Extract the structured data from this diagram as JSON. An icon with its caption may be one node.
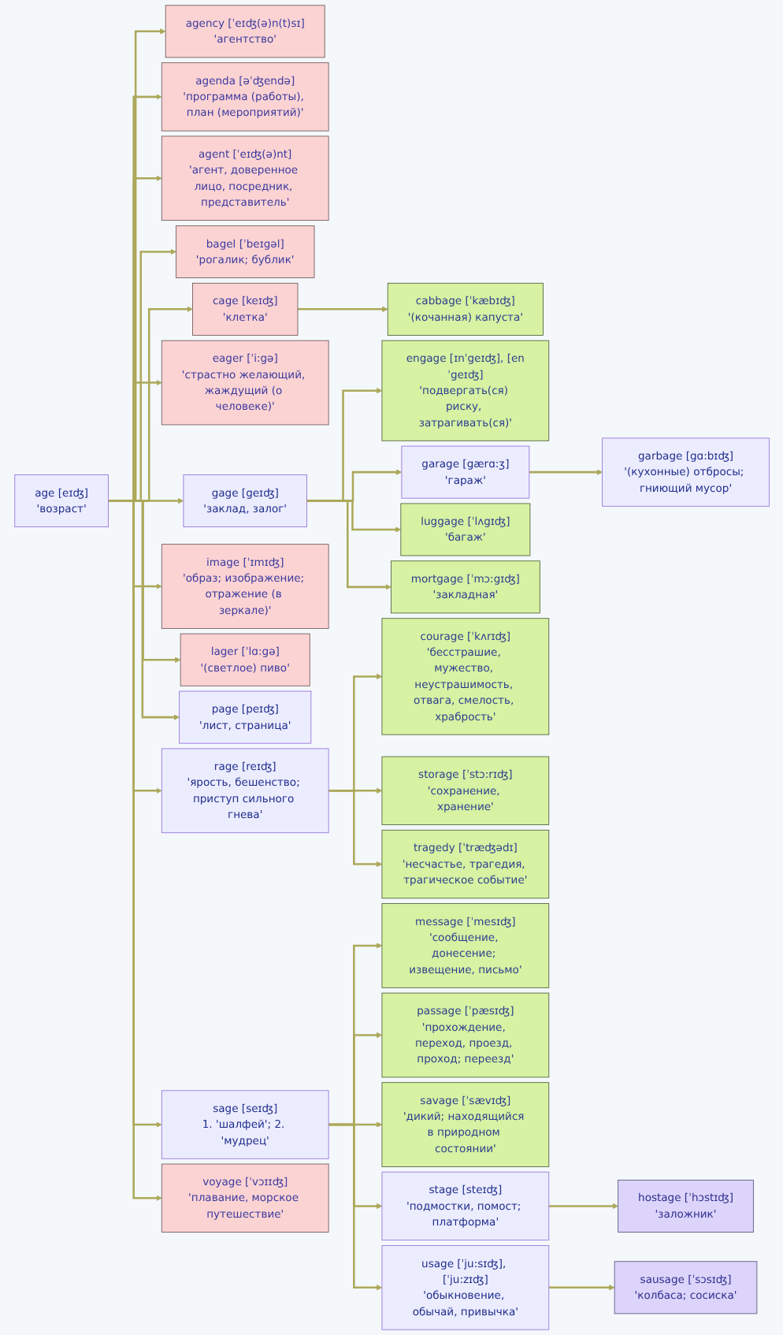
{
  "diagram": {
    "nodes": [
      {
        "text": [
          "age [eɪʤ]",
          "'возраст'"
        ]
      },
      {
        "text": [
          "agency [ˈeɪʤ(ə)n(t)sɪ]",
          "'агентство'"
        ]
      },
      {
        "text": [
          "agenda [əˈʤendə]",
          "'программа (работы), план (мероприятий)'"
        ]
      },
      {
        "text": [
          "agent [ˈeɪʤ(ə)nt]",
          "'агент, доверенное лицо, посредник, представитель'"
        ]
      },
      {
        "text": [
          "bagel [ˈbeɪgəl]",
          "'рогалик; бублик'"
        ]
      },
      {
        "text": [
          "cage [keɪʤ]",
          "'клетка'"
        ]
      },
      {
        "text": [
          "cabbage [ˈkæbɪʤ]",
          "'(кочанная) капуста'"
        ]
      },
      {
        "text": [
          "eager [ˈi:gə]",
          "'страстно желающий, жаждущий (о человеке)'"
        ]
      },
      {
        "text": [
          "gage [geɪʤ]",
          "'заклад, залог'"
        ]
      },
      {
        "text": [
          "engage [ɪnˈgeɪʤ], [enˈgeɪʤ]",
          "'подвергать(ся) риску, затрагивать(ся)'"
        ]
      },
      {
        "text": [
          "garage [gærɑ:ʒ]",
          "'гараж'"
        ]
      },
      {
        "text": [
          "garbage [gɑ:bɪʤ]",
          "'(кухонные) отбросы; гниющий мусор'"
        ]
      },
      {
        "text": [
          "luggage [ˈlʌgɪʤ]",
          "'багаж'"
        ]
      },
      {
        "text": [
          "mortgage [ˈmɔ:gɪʤ]",
          "'закладная'"
        ]
      },
      {
        "text": [
          "image [ˈɪmɪʤ]",
          "'образ; изображение; отражение (в зеркале)'"
        ]
      },
      {
        "text": [
          "lager [ˈlɑ:gə]",
          "'(светлое) пиво'"
        ]
      },
      {
        "text": [
          "page [peɪʤ]",
          "'лист, страница'"
        ]
      },
      {
        "text": [
          "rage [reɪʤ]",
          "'ярость, бешенство; приступ сильного гнева'"
        ]
      },
      {
        "text": [
          "courage [ˈkʌrɪʤ]",
          "'бесстрашие, мужество, неустрашимость, отвага, смелость, храбрость'"
        ]
      },
      {
        "text": [
          "storage [ˈstɔ:rɪʤ]",
          "'сохранение, хранение'"
        ]
      },
      {
        "text": [
          "tragedy [ˈtræʤədɪ]",
          "'несчастье, трагедия, трагическое событие'"
        ]
      },
      {
        "text": [
          "sage [seɪʤ]",
          "1. 'шалфей'; 2. 'мудрец'"
        ]
      },
      {
        "text": [
          "message [ˈmesɪʤ]",
          "'сообщение, донесение; извещение, письмо'"
        ]
      },
      {
        "text": [
          "passage [ˈpæsɪʤ]",
          "'прохождение, переход, проезд, проход; переезд'"
        ]
      },
      {
        "text": [
          "savage [ˈsævɪʤ]",
          "'дикий; находящийся в природном состоянии'"
        ]
      },
      {
        "text": [
          "stage [steɪʤ]",
          "'подмостки, помост; платформа'"
        ]
      },
      {
        "text": [
          "hostage [ˈhɔstɪʤ]",
          "'заложник'"
        ]
      },
      {
        "text": [
          "usage [ˈju:sɪʤ], [ˈju:zɪʤ]",
          "'обыкновение, обычай, привычка'"
        ]
      },
      {
        "text": [
          "sausage [ˈsɔsɪʤ]",
          "'колбаса; сосиска'"
        ]
      },
      {
        "text": [
          "voyage [ˈvɔɪɪʤ]",
          "'плавание, морское путешествие'"
        ]
      }
    ],
    "edges": [
      {
        "from": 0,
        "to": 1,
        "arrow": "to"
      },
      {
        "from": 0,
        "to": 2,
        "arrow": "to"
      },
      {
        "from": 0,
        "to": 3,
        "arrow": "to"
      },
      {
        "from": 0,
        "to": 4,
        "arrow": "to"
      },
      {
        "from": 0,
        "to": 5,
        "arrow": "to"
      },
      {
        "from": 5,
        "to": 6,
        "arrow": "to"
      },
      {
        "from": 0,
        "to": 7,
        "arrow": "to"
      },
      {
        "from": 0,
        "to": 8,
        "arrow": "to"
      },
      {
        "from": 8,
        "to": 9,
        "arrow": "to"
      },
      {
        "from": 8,
        "to": 10,
        "arrow": "to"
      },
      {
        "from": 10,
        "to": 11,
        "arrow": "to"
      },
      {
        "from": 8,
        "to": 12,
        "arrow": "to"
      },
      {
        "from": 8,
        "to": 13,
        "arrow": "to"
      },
      {
        "from": 0,
        "to": 14,
        "arrow": "to"
      },
      {
        "from": 0,
        "to": 15,
        "arrow": "to"
      },
      {
        "from": 0,
        "to": 16,
        "arrow": "to"
      },
      {
        "from": 0,
        "to": 17,
        "arrow": "to"
      },
      {
        "from": 17,
        "to": 18,
        "arrow": "to"
      },
      {
        "from": 17,
        "to": 19,
        "arrow": "to"
      },
      {
        "from": 17,
        "to": 20,
        "arrow": "to"
      },
      {
        "from": 0,
        "to": 21,
        "arrow": "to"
      },
      {
        "from": 21,
        "to": 22,
        "arrow": "to"
      },
      {
        "from": 21,
        "to": 23,
        "arrow": "to"
      },
      {
        "from": 21,
        "to": 24,
        "arrow": "to"
      },
      {
        "from": 21,
        "to": 25,
        "arrow": "to"
      },
      {
        "from": 25,
        "to": 26,
        "arrow": "to"
      },
      {
        "from": 21,
        "to": 27,
        "arrow": "to"
      },
      {
        "from": 27,
        "to": 28,
        "arrow": "to"
      },
      {
        "from": 0,
        "to": 29,
        "arrow": "to"
      }
    ]
  }
}
